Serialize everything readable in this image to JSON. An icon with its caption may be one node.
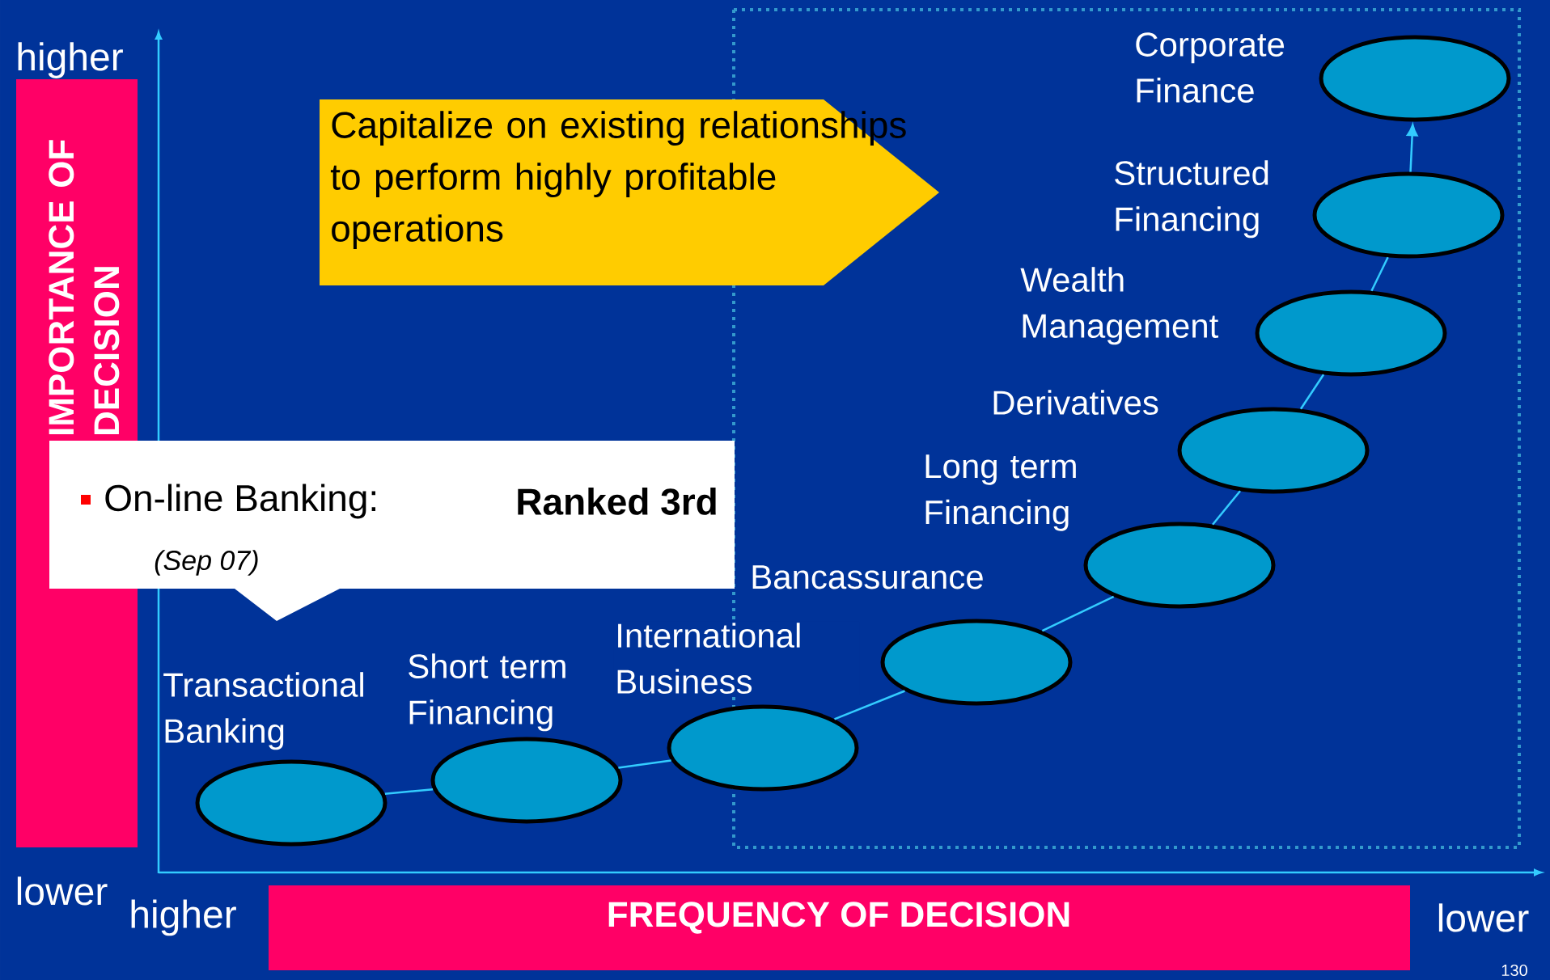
{
  "diagram": {
    "nodes": [
      {
        "text": [
          "IMPORTANCE OF DECISION"
        ]
      },
      {
        "text": [
          "Capitalize on existing relationships to perform highly profitable operations"
        ]
      },
      {
        "text": [],
        "shape": "ellipse",
        "beside": [
          "Transactional Banking"
        ]
      },
      {
        "text": [],
        "shape": "ellipse",
        "beside": [
          "Short term Financing"
        ]
      },
      {
        "text": [],
        "shape": "ellipse",
        "beside": [
          "International Business"
        ]
      },
      {
        "text": [],
        "shape": "ellipse",
        "beside": [
          "Bancassurance"
        ]
      },
      {
        "text": [],
        "shape": "ellipse",
        "beside": [
          "Long term Financing"
        ]
      },
      {
        "text": [],
        "shape": "ellipse",
        "beside": [
          "Derivatives"
        ]
      },
      {
        "text": [],
        "shape": "ellipse",
        "beside": [
          "Wealth Management"
        ]
      },
      {
        "text": [],
        "shape": "ellipse",
        "beside": [
          "Structured Financing"
        ]
      },
      {
        "text": [],
        "shape": "ellipse",
        "beside": [
          "Corporate Finance"
        ]
      },
      {
        "text": [
          "On-line Banking:",
          "Ranked 3rd",
          "(Sep 07)"
        ]
      },
      {
        "text": [
          "FREQUENCY OF DECISION"
        ]
      }
    ],
    "edges": [
      {
        "from": 2,
        "to": 3,
        "arrow": "none"
      },
      {
        "from": 3,
        "to": 4,
        "arrow": "none"
      },
      {
        "from": 4,
        "to": 5,
        "arrow": "none"
      },
      {
        "from": 5,
        "to": 6,
        "arrow": "none"
      },
      {
        "from": 6,
        "to": 7,
        "arrow": "none"
      },
      {
        "from": 7,
        "to": 8,
        "arrow": "none"
      },
      {
        "from": 8,
        "to": 9,
        "arrow": "none"
      },
      {
        "from": 9,
        "to": 10,
        "arrow": "to"
      }
    ],
    "labels": [
      "higher",
      "lower",
      "higher",
      "lower",
      "130"
    ]
  }
}
